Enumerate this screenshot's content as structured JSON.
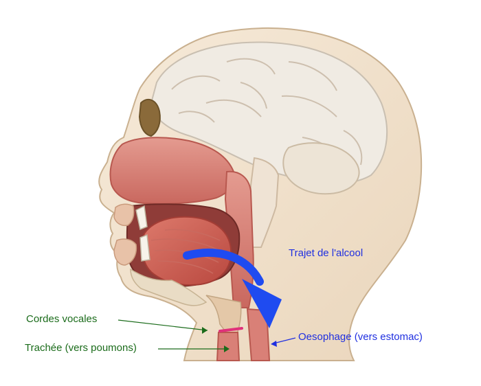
{
  "labels": {
    "vocal_cords": "Cordes vocales",
    "trachea": "Trachée (vers poumons)",
    "esophagus": "Oesophage (vers estomac)",
    "alcohol_path": "Trajet de l'alcool"
  },
  "colors": {
    "green_label": "#1a6b1a",
    "blue_label": "#1f2fe0",
    "arrow": "#1f4bf0",
    "skin": "#f2e3cf",
    "brain": "#efe9e0",
    "tissue": "#d77f78",
    "vocal_cord_mark": "#e0307a"
  }
}
